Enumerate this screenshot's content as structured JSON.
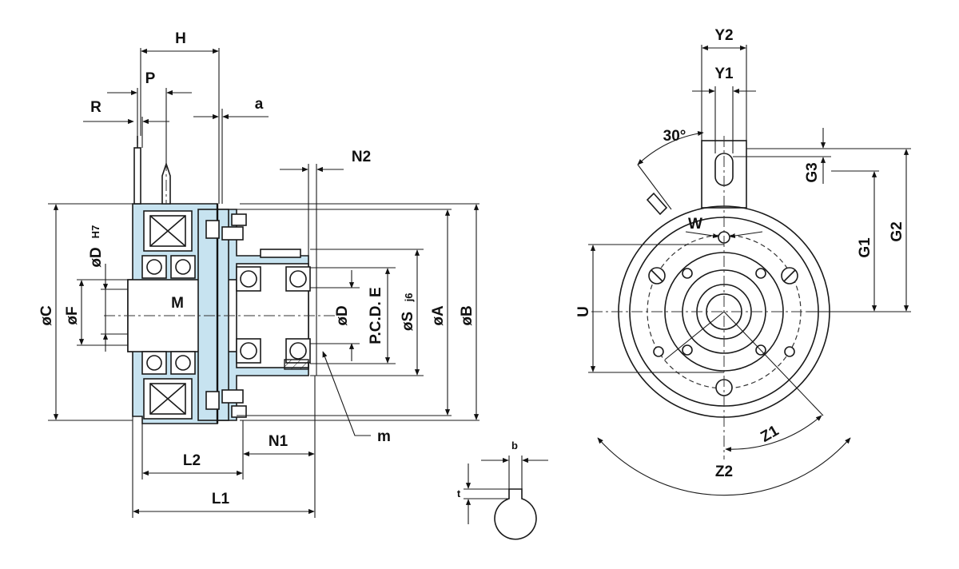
{
  "labels": {
    "H": "H",
    "P": "P",
    "R": "R",
    "a": "a",
    "N2": "N2",
    "D_H7": "øD",
    "H7": "H7",
    "C": "øC",
    "F": "øF",
    "M": "M",
    "D2": "øD",
    "PCD": "P.C.D. E",
    "S_j6": "øS",
    "j6": "j6",
    "A": "øA",
    "B": "øB",
    "L2": "L2",
    "N1": "N1",
    "m": "m",
    "L1": "L1",
    "b": "b",
    "t": "t",
    "Y2": "Y2",
    "Y1": "Y1",
    "angle30": "30°",
    "G3": "G3",
    "G1": "G1",
    "G2": "G2",
    "W": "W",
    "U": "U",
    "Z1": "Z1",
    "Z2": "Z2"
  },
  "colors": {
    "body": "#c7e3f0",
    "line": "#1a1a1a",
    "background": "#ffffff"
  }
}
